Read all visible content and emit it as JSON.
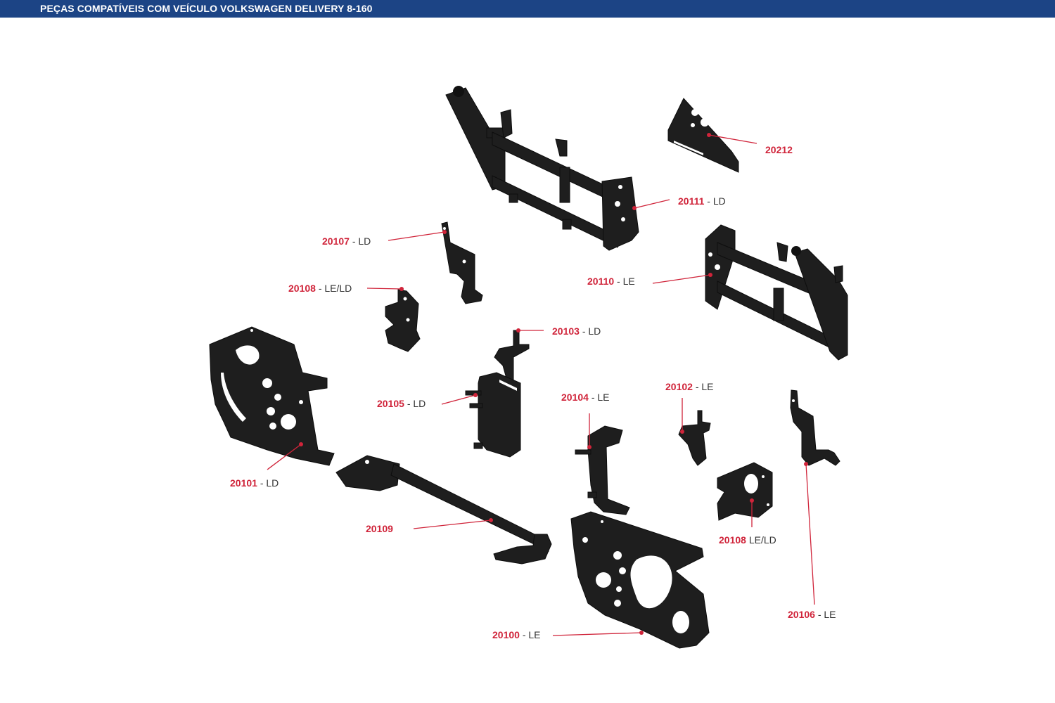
{
  "header": {
    "title": "PEÇAS COMPATÍVEIS COM VEÍCULO VOLKSWAGEN DELIVERY 8-160"
  },
  "colors": {
    "header_bg": "#1c4485",
    "accent": "#d0243a",
    "part": "#1e1e1e"
  },
  "callouts": [
    {
      "code": "20212",
      "side": ""
    },
    {
      "code": "20111",
      "side": " - LD"
    },
    {
      "code": "20107",
      "side": " - LD"
    },
    {
      "code": "20110",
      "side": " - LE"
    },
    {
      "code": "20108",
      "side": " - LE/LD"
    },
    {
      "code": "20103",
      "side": " - LD"
    },
    {
      "code": "20105",
      "side": " - LD"
    },
    {
      "code": "20104",
      "side": " - LE"
    },
    {
      "code": "20102",
      "side": " - LE"
    },
    {
      "code": "20101",
      "side": " - LD"
    },
    {
      "code": "20109",
      "side": ""
    },
    {
      "code": "20108",
      "side": " LE/LD"
    },
    {
      "code": "20106",
      "side": " - LE"
    },
    {
      "code": "20100",
      "side": " - LE"
    }
  ]
}
